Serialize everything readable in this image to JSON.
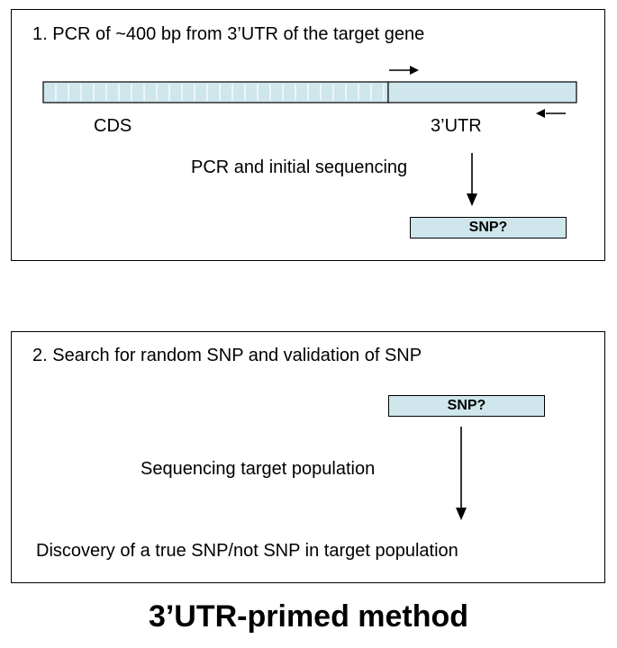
{
  "panel1": {
    "heading": "1. PCR of ~400 bp from 3’UTR of the target gene",
    "cds_label": "CDS",
    "utr_label": "3’UTR",
    "step_label": "PCR and initial sequencing",
    "snp_label": "SNP?"
  },
  "panel2": {
    "heading": "2. Search for random SNP and validation of SNP",
    "snp_label": "SNP?",
    "step_label": "Sequencing target population",
    "result_label": "Discovery of a true SNP/not SNP in target population"
  },
  "caption": "3’UTR-primed method",
  "colors": {
    "gene_fill": "#cfe7ec",
    "stroke": "#000000",
    "background": "#ffffff"
  }
}
